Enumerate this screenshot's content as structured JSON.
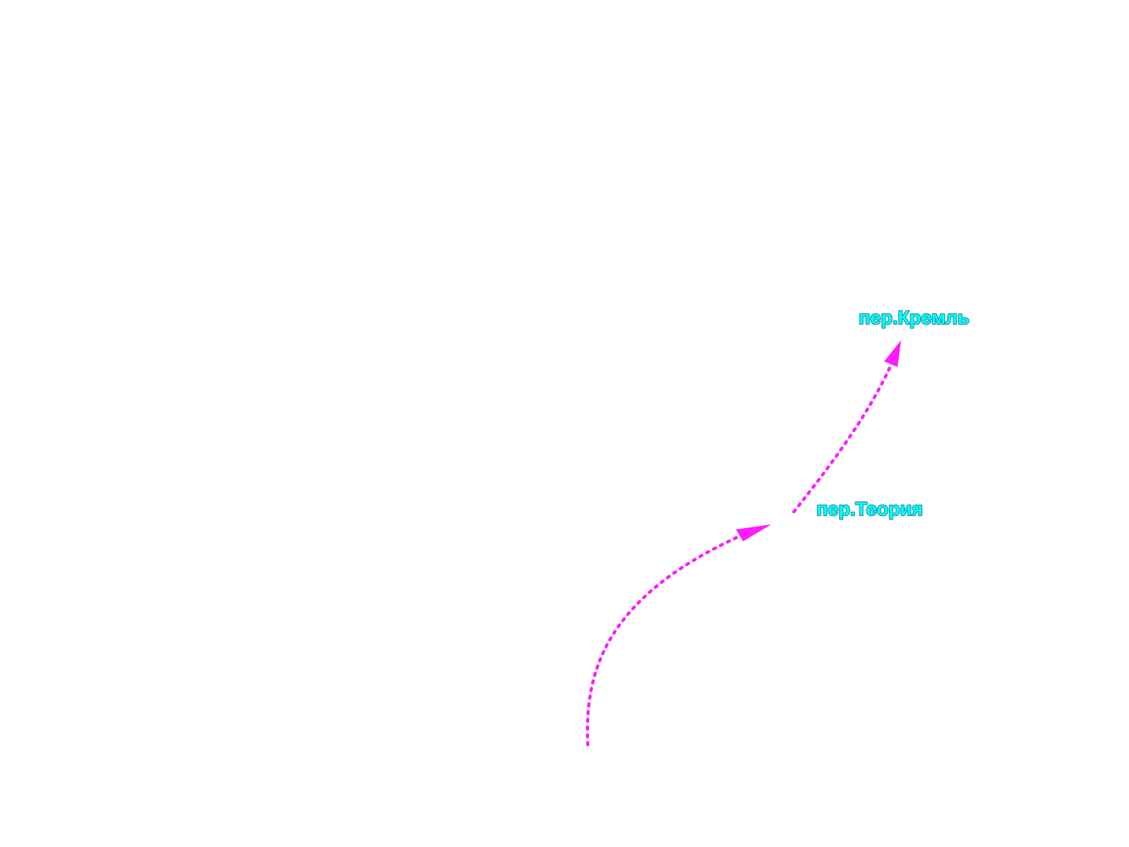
{
  "map": {
    "colors": {
      "background": "#ffffff",
      "route": "#ff1aff",
      "label_fill": "#00ffff",
      "label_outline": "#1f8f99"
    },
    "route": {
      "style": "dotted-with-arrowheads",
      "segments": [
        {
          "name": "segment-to-teoriya",
          "to": "пер.Теория"
        },
        {
          "name": "segment-to-kreml",
          "to": "пер.Кремль"
        }
      ]
    },
    "labels": {
      "kreml": "пер.Кремль",
      "teoriya": "пер.Теория"
    }
  }
}
